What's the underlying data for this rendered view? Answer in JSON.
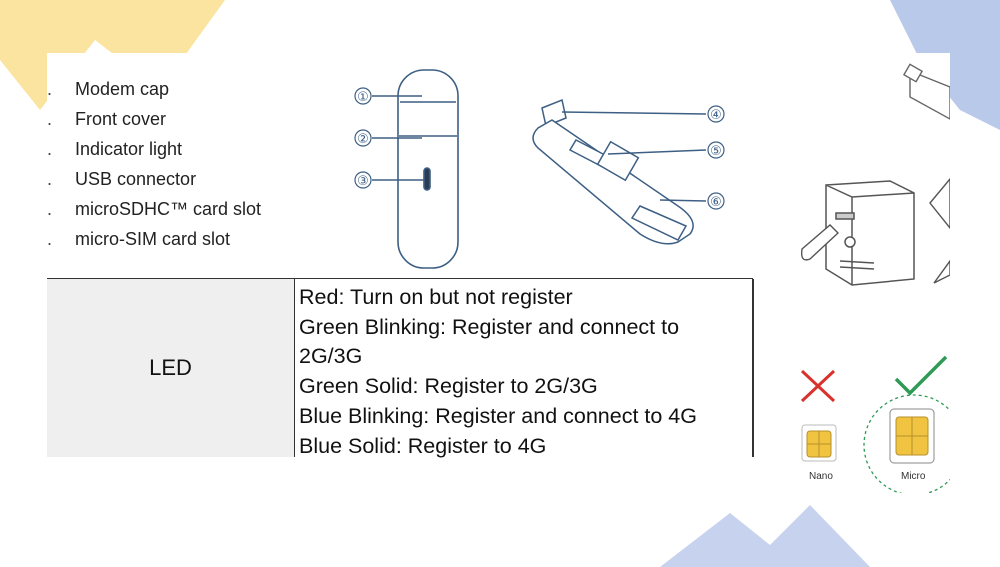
{
  "parts": [
    {
      "bullet": ".",
      "label": "Modem cap"
    },
    {
      "bullet": ".",
      "label": "Front cover"
    },
    {
      "bullet": ".",
      "label": "Indicator light"
    },
    {
      "bullet": ".",
      "label": "USB connector"
    },
    {
      "bullet": ".",
      "label": "microSDHC™ card slot"
    },
    {
      "bullet": ".",
      "label": "micro-SIM card slot"
    }
  ],
  "callouts": [
    "①",
    "②",
    "③",
    "④",
    "⑤",
    "⑥"
  ],
  "led_table": {
    "label": "LED",
    "lines": [
      "Red: Turn on but not register",
      "Green Blinking:  Register and connect to",
      "2G/3G",
      "Green Solid: Register to 2G/3G",
      "Blue Blinking: Register and connect to 4G",
      "Blue Solid: Register to 4G"
    ]
  },
  "sim_labels": {
    "nano": "Nano",
    "micro": "Micro"
  },
  "colors": {
    "deco_yellow": "#fbe4a0",
    "deco_blue": "#b9c9ea",
    "cross_red": "#d9312b",
    "check_green": "#2e9a55",
    "sim_gold": "#f0c341"
  }
}
